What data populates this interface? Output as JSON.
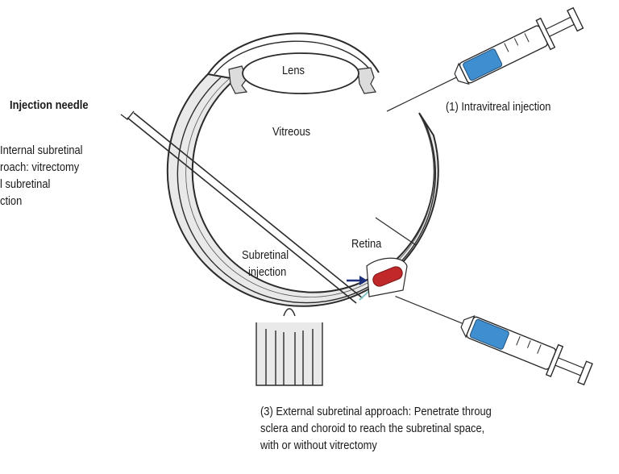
{
  "labels": {
    "lens": "Lens",
    "vitreous": "Vitreous",
    "retina": "Retina",
    "subretinal_injection": [
      "Subretinal",
      "injection"
    ],
    "injection_needle": "Injection needle",
    "intravitreal": "(1) Intravitreal injection",
    "internal_approach": [
      "Internal subretinal",
      "roach: vitrectomy",
      "l subretinal",
      "ction"
    ],
    "external_approach": [
      "(3) External subretinal approach: Penetrate throug",
      "sclera and choroid to reach the subretinal space,",
      "with or without vitrectomy"
    ]
  },
  "colors": {
    "line": "#2b2b2b",
    "eye_fill": "#e9e9e9",
    "syringe_blue": "#3f8fd0",
    "bleb_red": "#c0282a",
    "arrow_navy": "#1d2f7a",
    "needle_teal": "#7fc4c4"
  }
}
